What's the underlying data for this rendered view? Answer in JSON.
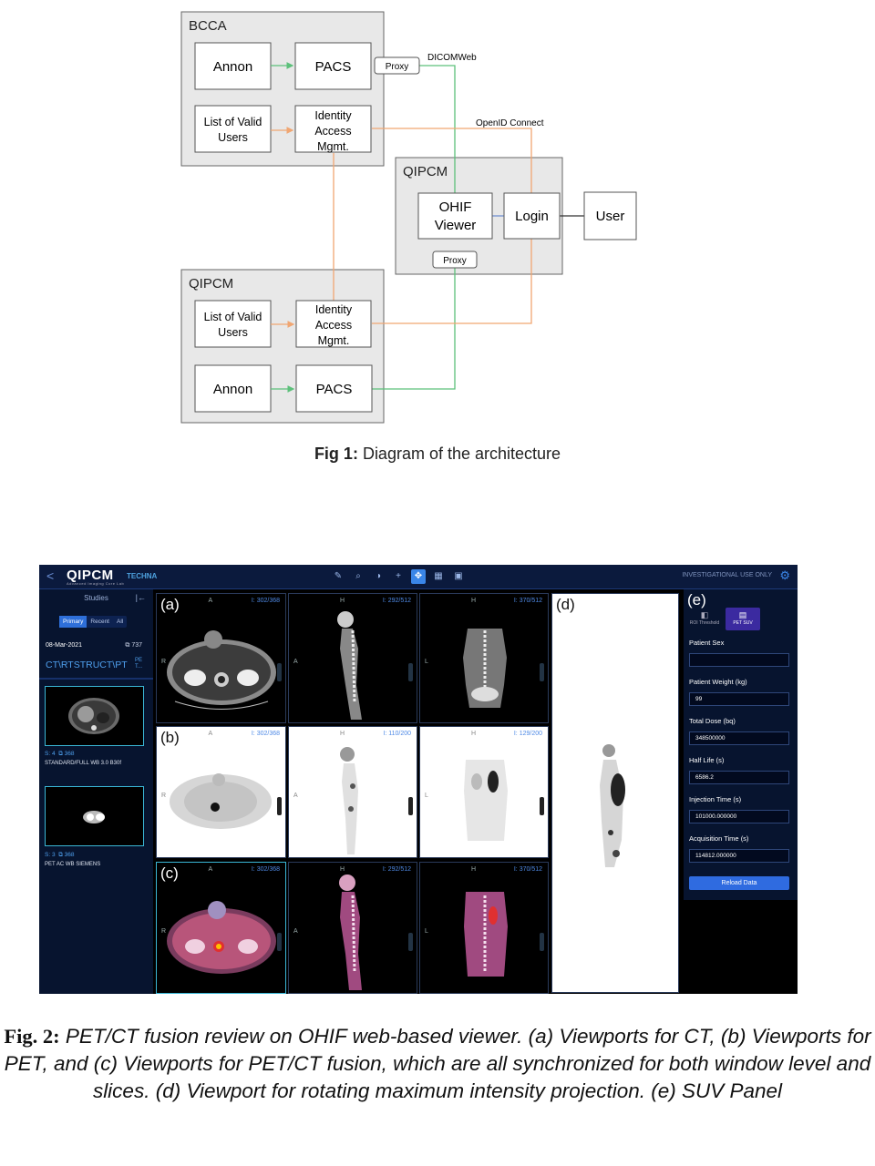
{
  "figure1": {
    "bcca_top": {
      "title": "BCCA",
      "annon": "Annon",
      "pacs": "PACS",
      "valid_users_1": "List of Valid",
      "valid_users_2": "Users",
      "iam_1": "Identity",
      "iam_2": "Access",
      "iam_3": "Mgmt.",
      "proxy": "Proxy"
    },
    "qipcm_mid": {
      "title": "QIPCM",
      "ohif_1": "OHIF",
      "ohif_2": "Viewer",
      "login": "Login",
      "proxy": "Proxy"
    },
    "user": "User",
    "dicomweb": "DICOMWeb",
    "openid": "OpenID Connect",
    "qipcm_bottom": {
      "title": "QIPCM",
      "valid_users_1": "List of Valid",
      "valid_users_2": "Users",
      "iam_1": "Identity",
      "iam_2": "Access",
      "iam_3": "Mgmt.",
      "annon": "Annon",
      "pacs": "PACS"
    },
    "caption_prefix": "Fig 1:",
    "caption_text": " Diagram of the architecture",
    "colors": {
      "green": "#5cc07a",
      "orange": "#f0a672",
      "blue": "#6f8fcf",
      "box": "#e8e8e8"
    }
  },
  "figure2": {
    "topbar": {
      "back": "<",
      "logo": "QIPCM",
      "logo_sub": "Advanced Imaging Core Lab",
      "logo2": "TECHNA",
      "investigational": "INVESTIGATIONAL USE ONLY",
      "tools": [
        "pencil-icon",
        "zoom-icon",
        "contrast-icon",
        "crosshair-icon",
        "pan-icon",
        "layout-icon",
        "capture-icon"
      ]
    },
    "studies": {
      "title": "Studies",
      "tabs": [
        "Primary",
        "Recent",
        "All"
      ],
      "date": "08-Mar-2021",
      "count": "737",
      "modalities": "CT\\RTSTRUCT\\PT",
      "modalities_extra": "PE T...",
      "series": [
        {
          "s": "S: 4",
          "n": "368",
          "desc": "STANDARD/FULL WB 3.0 B30f"
        },
        {
          "s": "S: 3",
          "n": "368",
          "desc": "PET AC WB SIEMENS"
        }
      ]
    },
    "viewports": [
      {
        "label": "(a)",
        "ori_top": "A",
        "ori_left": "R",
        "index": "I: 302/368"
      },
      {
        "label": "",
        "ori_top": "H",
        "ori_left": "A",
        "index": "I: 292/512"
      },
      {
        "label": "",
        "ori_top": "H",
        "ori_left": "L",
        "index": "I: 370/512"
      },
      {
        "label": "(b)",
        "ori_top": "A",
        "ori_left": "R",
        "index": "I: 302/368"
      },
      {
        "label": "",
        "ori_top": "H",
        "ori_left": "A",
        "index": "I: 110/200"
      },
      {
        "label": "",
        "ori_top": "H",
        "ori_left": "L",
        "index": "I: 129/200"
      },
      {
        "label": "(c)",
        "ori_top": "A",
        "ori_left": "R",
        "index": "I: 302/368"
      },
      {
        "label": "",
        "ori_top": "H",
        "ori_left": "A",
        "index": "I: 292/512"
      },
      {
        "label": "",
        "ori_top": "H",
        "ori_left": "L",
        "index": "I: 370/512"
      }
    ],
    "mip_label": "(d)",
    "suv": {
      "label": "(e)",
      "tab1": "ROI Threshold",
      "tab2": "PET SUV",
      "fields": [
        {
          "label": "Patient Sex",
          "value": ""
        },
        {
          "label": "Patient Weight (kg)",
          "value": "99"
        },
        {
          "label": "Total Dose (bq)",
          "value": "348500000"
        },
        {
          "label": "Half Life (s)",
          "value": "6586.2"
        },
        {
          "label": "Injection Time (s)",
          "value": "101000.000000"
        },
        {
          "label": "Acquisition Time (s)",
          "value": "114812.000000"
        }
      ],
      "reload": "Reload Data"
    },
    "caption_prefix": "Fig. 2:",
    "caption_text": " PET/CT fusion review on OHIF web-based viewer. (a) Viewports for CT, (b) Viewports for PET, and (c) Viewports for PET/CT fusion, which are all synchronized for both window level and slices. (d) Viewport for rotating maximum intensity projection.  (e) SUV Panel"
  }
}
